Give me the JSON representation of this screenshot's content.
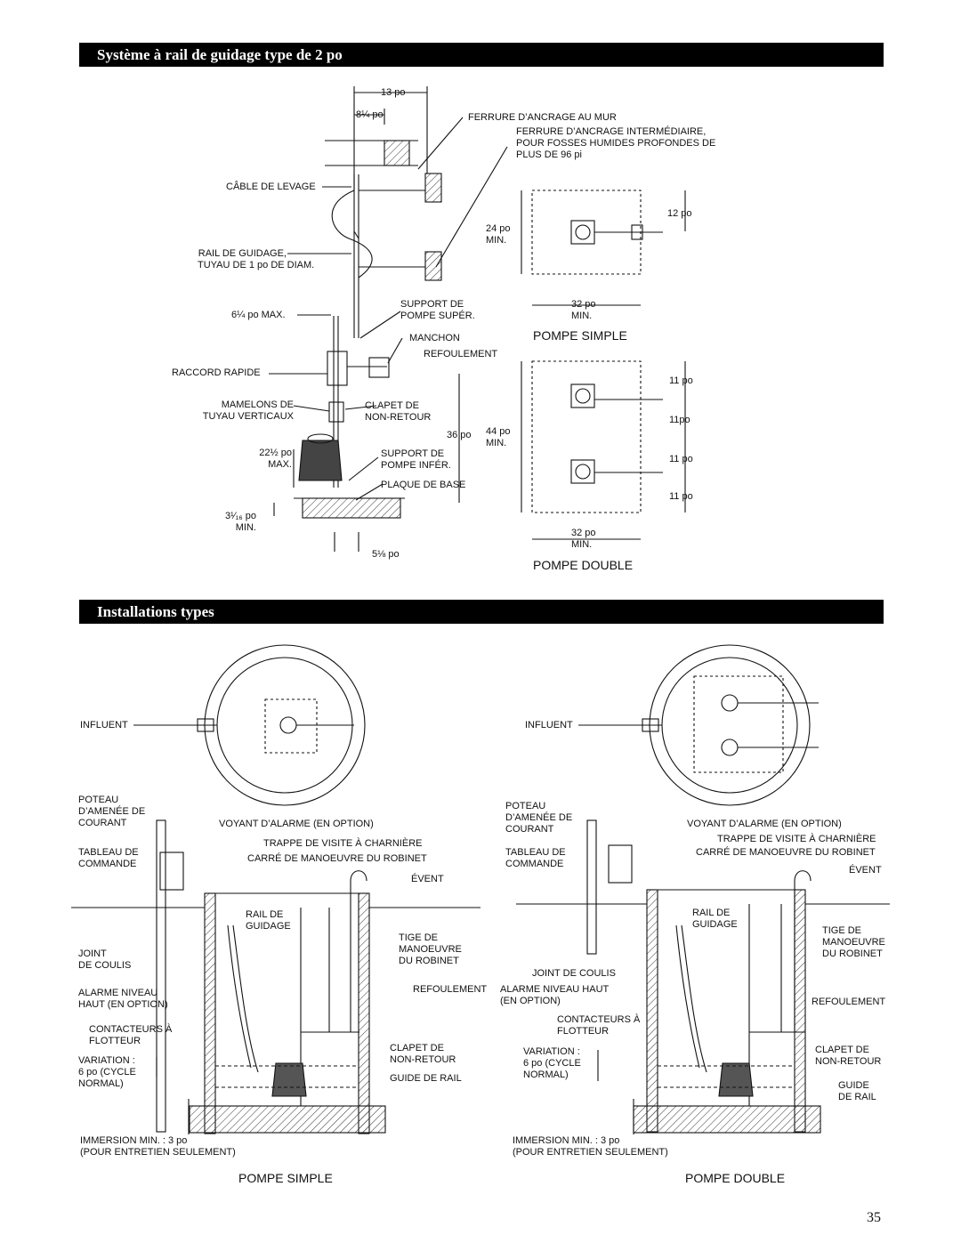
{
  "sections": {
    "guide_rail_title": "Système à rail de guidage type de 2 po",
    "installations_title": "Installations types"
  },
  "guide_rail": {
    "dim_13": "13 po",
    "dim_8": "8¼ po",
    "lifting_cable": "CÂBLE DE LEVAGE",
    "guide_rail_pipe": "RAIL DE GUIDAGE,\nTUYAU DE 1 po DE DIAM.",
    "dim_6_max": "6¼ po MAX.",
    "quick_coupling": "RACCORD RAPIDE",
    "vertical_nipples": "MAMELONS DE\nTUYAU VERTICAUX",
    "dim_22_max": "22½ po\nMAX.",
    "dim_3_min": "3¹⁄₁₆ po\nMIN.",
    "dim_5": "5⅛ po",
    "wall_bracket": "FERRURE D’ANCRAGE AU MUR",
    "intermediate_bracket": "FERRURE D’ANCRAGE INTERMÉDIAIRE,\nPOUR FOSSES HUMIDES PROFONDES DE\nPLUS DE 96 pi",
    "upper_support": "SUPPORT DE\nPOMPE SUPÉR.",
    "sleeve": "MANCHON",
    "discharge": "REFOULEMENT",
    "check_valve": "CLAPET DE\nNON-RETOUR",
    "dim_36": "36 po",
    "lower_support": "SUPPORT DE\nPOMPE INFÉR.",
    "base_plate": "PLAQUE DE BASE"
  },
  "plan_simple": {
    "dim_12": "12 po",
    "dim_24_min": "24 po\nMIN.",
    "dim_32_min": "32 po\nMIN.",
    "caption": "POMPE SIMPLE"
  },
  "plan_double": {
    "dim_11a": "11 po",
    "dim_11b": "11po",
    "dim_11c": "11 po",
    "dim_11d": "11 po",
    "dim_44_min": "44 po\nMIN.",
    "dim_32_min": "32 po\nMIN.",
    "caption": "POMPE DOUBLE"
  },
  "install_simple": {
    "influent": "INFLUENT",
    "power_pole": "POTEAU\nD’AMENÉE DE\nCOURANT",
    "alarm_light": "VOYANT D’ALARME (EN OPTION)",
    "hinged_hatch": "TRAPPE DE VISITE À CHARNIÈRE",
    "valve_key": "CARRÉ DE MANOEUVRE DU ROBINET",
    "control_panel": "TABLEAU DE\nCOMMANDE",
    "vent": "ÉVENT",
    "guide_rail": "RAIL DE\nGUIDAGE",
    "slide_joint": "JOINT\nDE COULIS",
    "valve_stem": "TIGE DE\nMANOEUVRE\nDU ROBINET",
    "high_alarm": "ALARME NIVEAU\nHAUT (EN OPTION)",
    "discharge": "REFOULEMENT",
    "float_switches": "CONTACTEURS À\nFLOTTEUR",
    "check_valve": "CLAPET DE\nNON-RETOUR",
    "variation": "VARIATION :\n6 po (CYCLE\nNORMAL)",
    "rail_guide": "GUIDE DE RAIL",
    "immersion": "IMMERSION MIN. : 3 po\n(POUR ENTRETIEN SEULEMENT)",
    "caption": "POMPE SIMPLE"
  },
  "install_double": {
    "influent": "INFLUENT",
    "power_pole": "POTEAU\nD’AMENÉE DE\nCOURANT",
    "alarm_light": "VOYANT D’ALARME (EN OPTION)",
    "hinged_hatch": "TRAPPE DE VISITE À CHARNIÈRE",
    "valve_key": "CARRÉ DE MANOEUVRE DU ROBINET",
    "control_panel": "TABLEAU DE\nCOMMANDE",
    "vent": "ÉVENT",
    "guide_rail": "RAIL DE\nGUIDAGE",
    "valve_stem": "TIGE DE\nMANOEUVRE\nDU ROBINET",
    "slide_joint": "JOINT DE COULIS",
    "high_alarm": "ALARME NIVEAU HAUT\n(EN OPTION)",
    "discharge": "REFOULEMENT",
    "float_switches": "CONTACTEURS À\nFLOTTEUR",
    "check_valve": "CLAPET DE\nNON-RETOUR",
    "variation": "VARIATION :\n6 po (CYCLE\nNORMAL)",
    "rail_guide": "GUIDE\nDE RAIL",
    "immersion": "IMMERSION MIN. : 3 po\n(POUR ENTRETIEN SEULEMENT)",
    "caption": "POMPE DOUBLE"
  },
  "page_number": "35"
}
